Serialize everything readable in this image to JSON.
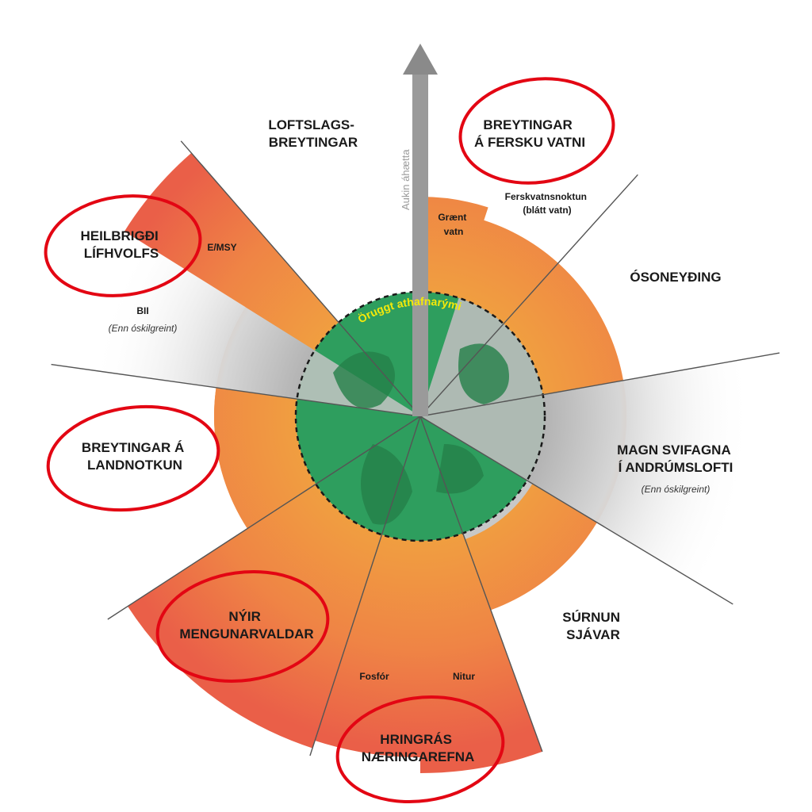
{
  "colors": {
    "exceeded": "#ee6a45",
    "zone": "#f0a040",
    "safe": "#2e9e5e",
    "gray": "#c8c8c8",
    "divider": "#555555",
    "circle": "#e30613",
    "safe_label": "#f5e90a",
    "arrow": "#9a9a9a"
  },
  "arrow_label": "Aukin áhætta",
  "safe_space_label": "Öruggt athafnarými",
  "boundaries": [
    {
      "id": "climate",
      "lines": [
        "LOFTSLAGS-",
        "BREYTINGAR"
      ]
    },
    {
      "id": "freshwater",
      "lines": [
        "BREYTINGAR",
        "Á FERSKU VATNI"
      ]
    },
    {
      "id": "ozone",
      "lines": [
        "ÓSONEYÐING"
      ]
    },
    {
      "id": "aerosols",
      "lines": [
        "MAGN SVIFAGNA",
        "Í ANDRÚMSLOFTI"
      ],
      "note": "(Enn óskilgreint)"
    },
    {
      "id": "acidification",
      "lines": [
        "SÚRNUN",
        "SJÁVAR"
      ]
    },
    {
      "id": "nutrients",
      "lines": [
        "HRINGRÁS",
        "NÆRINGAREFNA"
      ]
    },
    {
      "id": "novel",
      "lines": [
        "NÝIR",
        "MENGUNARVALDAR"
      ]
    },
    {
      "id": "landuse",
      "lines": [
        "BREYTINGAR Á",
        "LANDNOTKUN"
      ]
    },
    {
      "id": "biosphere",
      "lines": [
        "HEILBRIGÐI",
        "LÍFHVOLFS"
      ]
    }
  ],
  "sub_labels": {
    "green_water": [
      "Grænt",
      "vatn"
    ],
    "blue_water": [
      "Ferskvatnsnoktun",
      "(blátt vatn)"
    ],
    "emsy": "E/MSY",
    "bii": "BII",
    "bii_note": "(Enn óskilgreint)",
    "phosphorus": "Fosfór",
    "nitrogen": "Nitur"
  }
}
